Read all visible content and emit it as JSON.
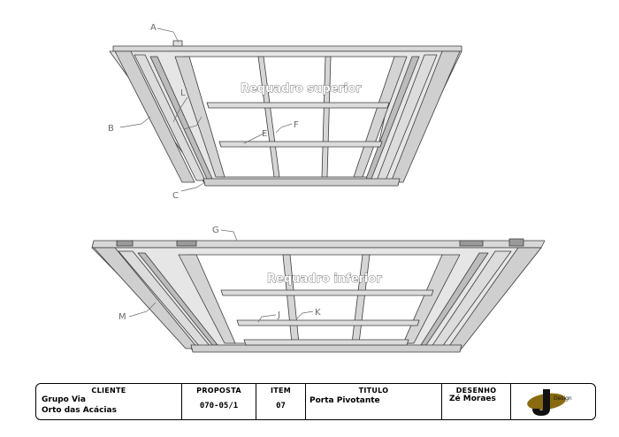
{
  "frames": {
    "superior": {
      "title": "Requadro superior",
      "labels": {
        "A": "A",
        "B": "B",
        "C": "C",
        "E": "E",
        "F": "F",
        "L": "L"
      }
    },
    "inferior": {
      "title": "Requadro inferior",
      "labels": {
        "G": "G",
        "J": "J",
        "K": "K",
        "M": "M"
      }
    }
  },
  "title_block": {
    "cliente_header": "CLIENTE",
    "cliente_line1": "Grupo Via",
    "cliente_line2": "Orto das Acácias",
    "proposta_header": "PROPOSTA",
    "proposta_value": "070-05/1",
    "item_header": "ITEM",
    "item_value": "07",
    "titulo_header": "TITULO",
    "titulo_value": "Porta Pivotante",
    "desenho_header": "DESENHO",
    "desenho_value": "Zé Moraes",
    "logo_text": "Design"
  },
  "colors": {
    "frame_fill": "#e4e4e4",
    "frame_stroke": "#3c3c3c",
    "label_line": "#6a6a6a"
  }
}
